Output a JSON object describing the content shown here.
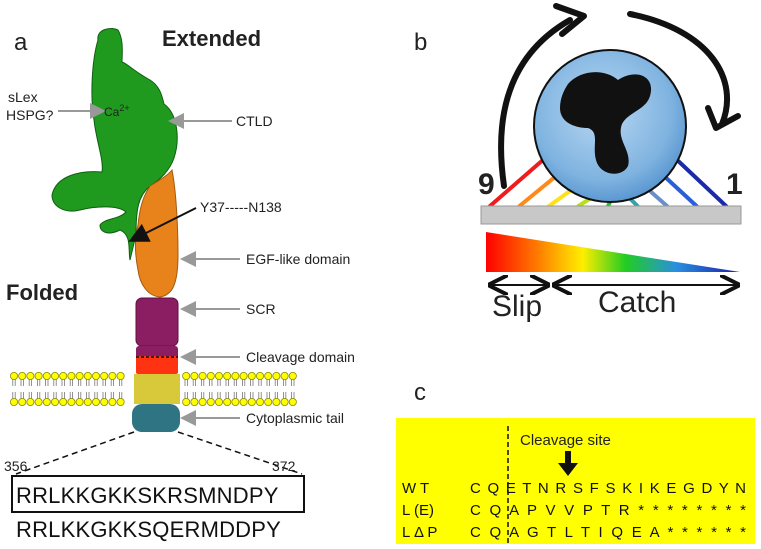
{
  "panel_a": {
    "letter": "a",
    "extended": "Extended",
    "folded": "Folded",
    "ligand_line1": "sLex",
    "ligand_line2": "HSPG?",
    "calcium": "Ca",
    "calcium_sup": "2+",
    "labels": {
      "ctld": "CTLD",
      "y37": "Y37-----N138",
      "egf": "EGF-like domain",
      "scr": "SCR",
      "cleavage": "Cleavage domain",
      "cyto": "Cytoplasmic tail"
    },
    "range_start": "356",
    "range_end": "372",
    "seq_boxed": "RRLKKGKKSKRSMNDPY",
    "seq_plain": "RRLKKGKKSQERMDDPY"
  },
  "panel_b": {
    "letter": "b",
    "left_number": "9",
    "right_number": "1",
    "slip": "Slip",
    "catch": "Catch"
  },
  "panel_c": {
    "letter": "c",
    "cleavage_site": "Cleavage site",
    "rows": [
      {
        "label": "W T",
        "sequence": "C Q E T N R S F S K I K E G D Y N"
      },
      {
        "label": "L (E)",
        "sequence": "C Q A P V V P T R * * * * * * * *"
      },
      {
        "label": "L Δ P",
        "sequence": "C Q A G T L T I Q E A * * * * * *"
      }
    ]
  },
  "colors": {
    "ctld_green": "#1f9a1f",
    "egf_orange": "#e8821a",
    "scr_purple": "#8b1d62",
    "cleavage_red": "#ff3311",
    "tm_yellow": "#d8c93a",
    "tail_teal": "#2e7483",
    "panel_c_bg": "#ffff00",
    "cell_blue": "#6fa8dc"
  }
}
